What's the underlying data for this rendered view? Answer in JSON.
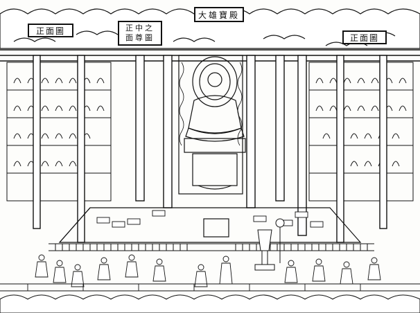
{
  "plaques": {
    "left": "正面圖",
    "center_line1": "正中之",
    "center_line2": "面尊圖",
    "right": "正面圖",
    "top": "大雄寶殿"
  },
  "colors": {
    "ink": "#111111",
    "paper": "#fdfdfb"
  }
}
